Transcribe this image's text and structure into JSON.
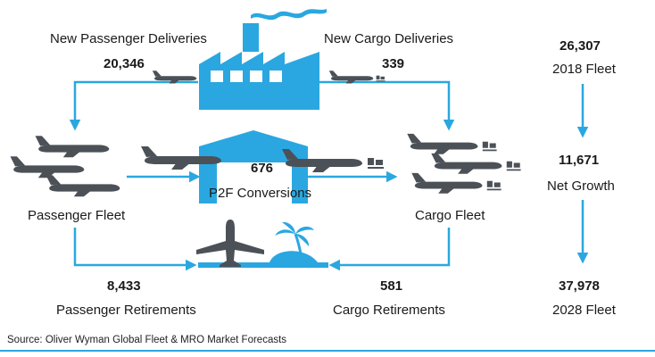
{
  "colors": {
    "accent": "#2aa7e0",
    "aircraft": "#4b5157",
    "text": "#1a1a1a"
  },
  "labels": {
    "new_passenger": "New Passenger Deliveries",
    "new_cargo": "New Cargo Deliveries",
    "passenger_fleet": "Passenger Fleet",
    "p2f": "P2F Conversions",
    "cargo_fleet": "Cargo Fleet",
    "passenger_retirements": "Passenger Retirements",
    "cargo_retirements": "Cargo Retirements",
    "fleet_2018": "2018 Fleet",
    "net_growth": "Net Growth",
    "fleet_2028": "2028 Fleet"
  },
  "values": {
    "new_passenger": "20,346",
    "new_cargo": "339",
    "p2f": "676",
    "passenger_retirements": "8,433",
    "cargo_retirements": "581",
    "fleet_2018": "26,307",
    "net_growth": "11,671",
    "fleet_2028": "37,978"
  },
  "source": "Source: Oliver Wyman Global Fleet & MRO Market Forecasts",
  "icons": [
    "factory-icon",
    "hangar-icon",
    "beach-island-icon",
    "passenger-aircraft-icon",
    "cargo-aircraft-icon",
    "cargo-container-icon"
  ]
}
